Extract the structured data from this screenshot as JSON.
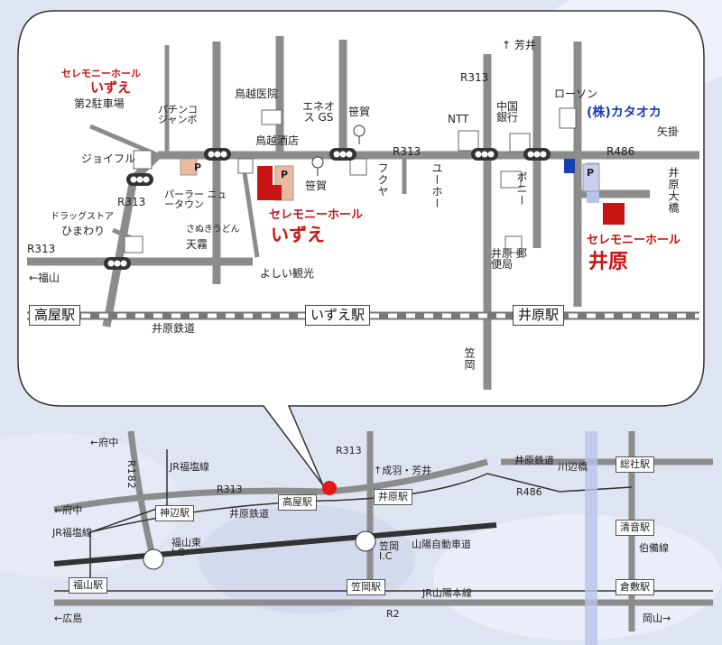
{
  "colors": {
    "road": "#8a8a8a",
    "sky": "#dfe4f2",
    "hall_red": "#c81414",
    "brand_blue": "#1a3fb0",
    "parking": "#e9b9a0"
  },
  "detail": {
    "halls": {
      "izue_second_lot_brand": "セレモニーホール",
      "izue_second_lot_name": "いずえ",
      "izue_second_lot_label": "第2駐車場",
      "izue_brand": "セレモニーホール",
      "izue_name": "いずえ",
      "ibara_brand": "セレモニーホール",
      "ibara_name": "井原"
    },
    "kataoka": "(株)カタオカ",
    "parking": "P",
    "roads": {
      "r313_center": "R313",
      "r313_top": "R313",
      "r313_left": "R313",
      "r313_lower_left": "R313",
      "r486": "R486"
    },
    "directions": {
      "yoshii": "↑ 芳井",
      "yakake": "矢掛",
      "fukuyama": "←福山",
      "kasaoka": "笠岡"
    },
    "landmarks": {
      "pachinko": "パチンコ ジャンボ",
      "joyful": "ジョイフル",
      "parlor": "パーラー ニュータウン",
      "drugstore": "ドラッグストア",
      "himawari": "ひまわり",
      "torigoe_clinic": "鳥越医院",
      "torigoe_sake": "鳥越酒店",
      "eneos": "エネオス GS",
      "kasaga1": "笹賀",
      "kasaga2": "笹賀",
      "fukuya": "フクヤ",
      "yuho": "ユーホー",
      "ntt": "NTT",
      "chugoku_bank": "中国 銀行",
      "lawson": "ローソン",
      "pony": "ポニー",
      "ibara_post": "井原 郵便局",
      "udon_small": "さぬきうどん",
      "udon": "天霧",
      "yoshii_kanko": "よしい観光",
      "ibara_bridge": "井原大橋"
    },
    "stations": {
      "takaya": "高屋駅",
      "izue": "いずえ駅",
      "ibara": "井原駅"
    },
    "railway": "井原鉄道"
  },
  "overview": {
    "roads": {
      "r313": "R313",
      "r182": "R182",
      "r313b": "R313",
      "r486": "R486",
      "r2": "R2"
    },
    "lines": {
      "jr_fukuen_top": "JR福塩線",
      "jr_fukuen_left": "JR福塩線",
      "ibara_rail": "井原鉄道",
      "ibara_rail2": "井原鉄道",
      "sanyo_exp": "山陽自動車道",
      "jr_sanyo": "JR山陽本線",
      "hakubi": "伯備線"
    },
    "stations": {
      "kannabe": "神辺駅",
      "takaya": "高屋駅",
      "ibara": "井原駅",
      "fukuyama": "福山駅",
      "kasaoka": "笠岡駅",
      "soja": "総社駅",
      "kiyone": "清音駅",
      "kurashiki": "倉敷駅"
    },
    "ics": {
      "fukuyama_higashi": "福山東 I.C",
      "kasaoka": "笠岡 I.C"
    },
    "places": {
      "fuchu_top": "←府中",
      "fuchu_mid": "←府中",
      "hiroshima": "←広島",
      "okayama": "岡山→",
      "nariwa": "↑成羽・芳井",
      "kawabe": "川辺橋"
    }
  }
}
